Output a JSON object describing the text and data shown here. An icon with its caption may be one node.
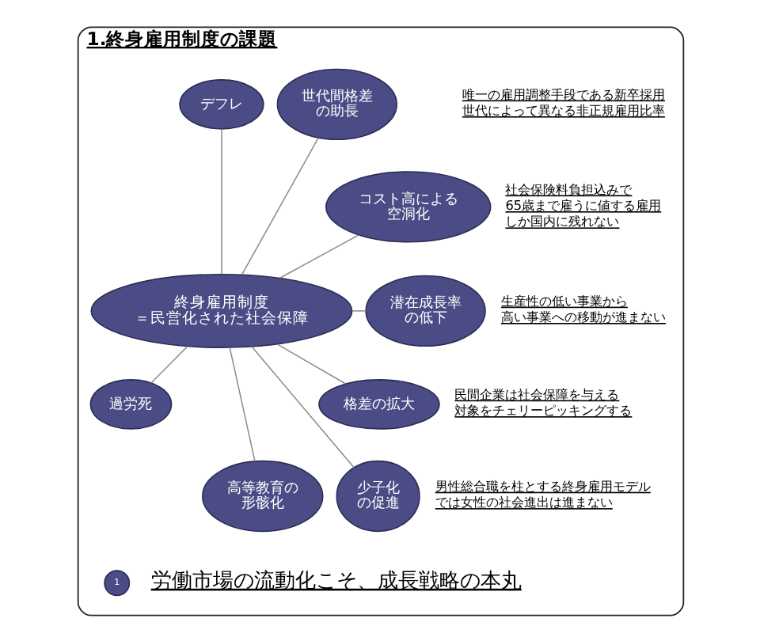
{
  "diagram": {
    "nodes": [
      {
        "text": [
          "1.終身雇用制度の課題"
        ]
      },
      {
        "text": [
          "終身雇用制度＝民営化された社会保障"
        ],
        "in": 0
      },
      {
        "text": [
          "デフレ"
        ],
        "in": 0
      },
      {
        "text": [
          "世代間格差の助長"
        ],
        "in": 0,
        "beside": [
          "唯一の雇用調整手段である新卒採用",
          "世代によって異なる非正規雇用比率"
        ]
      },
      {
        "text": [
          "コスト高による空洞化"
        ],
        "in": 0,
        "beside": [
          "社会保険料負担込みで65歳まで雇うに値する雇用しか国内に残れない"
        ]
      },
      {
        "text": [
          "潜在成長率の低下"
        ],
        "in": 0,
        "beside": [
          "生産性の低い事業から高い事業への移動が進まない"
        ]
      },
      {
        "text": [
          "格差の拡大"
        ],
        "in": 0,
        "beside": [
          "民間企業は社会保障を与える対象をチェリーピッキングする"
        ]
      },
      {
        "text": [
          "過労死"
        ],
        "in": 0
      },
      {
        "text": [
          "高等教育の形骸化"
        ],
        "in": 0
      },
      {
        "text": [
          "少子化の促進"
        ],
        "in": 0,
        "beside": [
          "男性総合職を柱とする終身雇用モデルでは女性の社会進出は進まない"
        ]
      },
      {
        "text": [
          "1"
        ],
        "in": 0
      }
    ],
    "edges": [
      {
        "from": 1,
        "to": 2,
        "arrow": "none"
      },
      {
        "from": 1,
        "to": 3,
        "arrow": "none"
      },
      {
        "from": 1,
        "to": 4,
        "arrow": "none"
      },
      {
        "from": 1,
        "to": 5,
        "arrow": "none"
      },
      {
        "from": 1,
        "to": 6,
        "arrow": "none"
      },
      {
        "from": 1,
        "to": 7,
        "arrow": "none"
      },
      {
        "from": 1,
        "to": 8,
        "arrow": "none"
      },
      {
        "from": 1,
        "to": 9,
        "arrow": "none"
      }
    ],
    "labels": [
      "労働市場の流動化こそ、成長戦略の本丸"
    ]
  }
}
